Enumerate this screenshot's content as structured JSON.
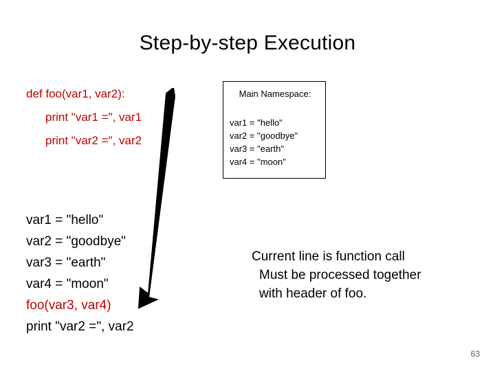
{
  "slide": {
    "title": "Step-by-step Execution",
    "number": "63",
    "code_top": {
      "lines": [
        {
          "text": "def foo(var1, var2):",
          "indent": false
        },
        {
          "text": "print \"var1 =\", var1",
          "indent": true
        },
        {
          "text": "print \"var2 =\", var2",
          "indent": true
        }
      ]
    },
    "namespace_box": {
      "title": "Main Namespace:",
      "vars": [
        "var1 = \"hello\"",
        "var2 = \"goodbye\"",
        "var3 = \"earth\"",
        "var4 = \"moon\""
      ]
    },
    "code_bottom": {
      "lines": [
        {
          "text": "var1 = \"hello\"",
          "red": false
        },
        {
          "text": "var2 = \"goodbye\"",
          "red": false
        },
        {
          "text": "var3 = \"earth\"",
          "red": false
        },
        {
          "text": "var4 = \"moon\"",
          "red": false
        },
        {
          "text": "foo(var3, var4)",
          "red": true
        },
        {
          "text": "print \"var2 =\", var2",
          "red": false
        }
      ]
    },
    "note": {
      "line1": "Current line is function call",
      "line2": "Must be processed together",
      "line3": "with header of foo."
    },
    "colors": {
      "red": "#c00000",
      "black": "#000000",
      "arrow": "#000000"
    }
  }
}
